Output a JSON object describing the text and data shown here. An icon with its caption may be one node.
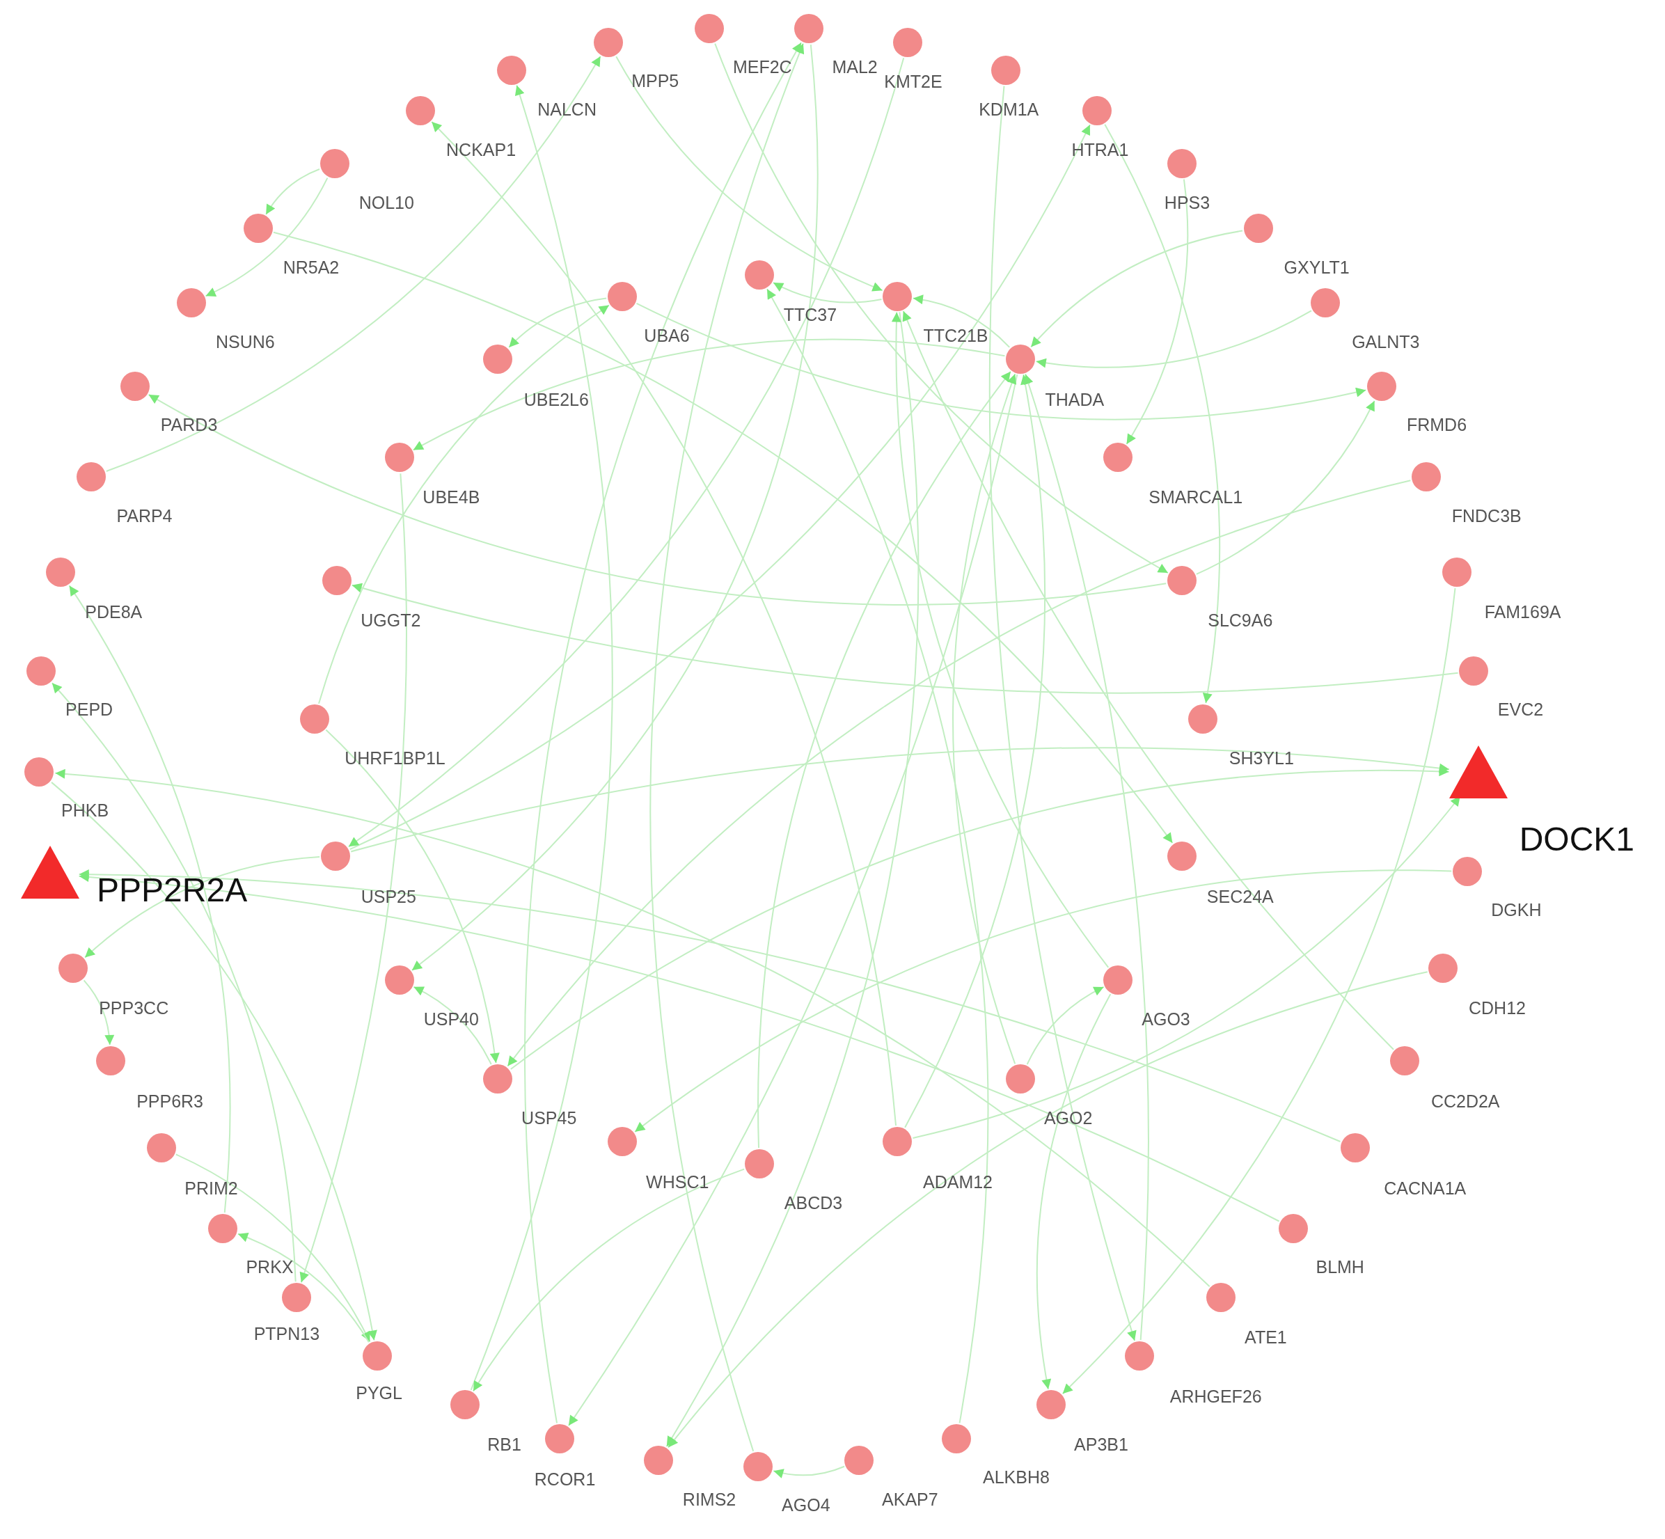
{
  "diagram": {
    "nodes": [
      {
        "text": [],
        "shape": "circle",
        "beside": [
          "MPP5"
        ]
      },
      {
        "text": [],
        "shape": "circle",
        "beside": [
          "MEF2C"
        ]
      },
      {
        "text": [],
        "shape": "circle",
        "beside": [
          "MAL2"
        ]
      },
      {
        "text": [],
        "shape": "circle",
        "beside": [
          "KMT2E"
        ]
      },
      {
        "text": [],
        "shape": "circle",
        "beside": [
          "KDM1A"
        ]
      },
      {
        "text": [],
        "shape": "circle",
        "beside": [
          "HTRA1"
        ]
      },
      {
        "text": [],
        "shape": "circle",
        "beside": [
          "HPS3"
        ]
      },
      {
        "text": [],
        "shape": "circle",
        "beside": [
          "GXYLT1"
        ]
      },
      {
        "text": [],
        "shape": "circle",
        "beside": [
          "GALNT3"
        ]
      },
      {
        "text": [],
        "shape": "circle",
        "beside": [
          "FRMD6"
        ]
      },
      {
        "text": [],
        "shape": "circle",
        "beside": [
          "FNDC3B"
        ]
      },
      {
        "text": [],
        "shape": "circle",
        "beside": [
          "FAM169A"
        ]
      },
      {
        "text": [],
        "shape": "circle",
        "beside": [
          "EVC2"
        ]
      },
      {
        "text": [],
        "shape": "triangle",
        "beside": [
          "DOCK1"
        ]
      },
      {
        "text": [],
        "shape": "circle",
        "beside": [
          "DGKH"
        ]
      },
      {
        "text": [],
        "shape": "circle",
        "beside": [
          "CDH12"
        ]
      },
      {
        "text": [],
        "shape": "circle",
        "beside": [
          "CC2D2A"
        ]
      },
      {
        "text": [],
        "shape": "circle",
        "beside": [
          "CACNA1A"
        ]
      },
      {
        "text": [],
        "shape": "circle",
        "beside": [
          "BLMH"
        ]
      },
      {
        "text": [],
        "shape": "circle",
        "beside": [
          "ATE1"
        ]
      },
      {
        "text": [],
        "shape": "circle",
        "beside": [
          "ARHGEF26"
        ]
      },
      {
        "text": [],
        "shape": "circle",
        "beside": [
          "AP3B1"
        ]
      },
      {
        "text": [],
        "shape": "circle",
        "beside": [
          "ALKBH8"
        ]
      },
      {
        "text": [],
        "shape": "circle",
        "beside": [
          "AKAP7"
        ]
      },
      {
        "text": [],
        "shape": "circle",
        "beside": [
          "AGO4"
        ]
      },
      {
        "text": [],
        "shape": "circle",
        "beside": [
          "RIMS2"
        ]
      },
      {
        "text": [],
        "shape": "circle",
        "beside": [
          "RCOR1"
        ]
      },
      {
        "text": [],
        "shape": "circle",
        "beside": [
          "RB1"
        ]
      },
      {
        "text": [],
        "shape": "circle",
        "beside": [
          "PYGL"
        ]
      },
      {
        "text": [],
        "shape": "circle",
        "beside": [
          "PTPN13"
        ]
      },
      {
        "text": [],
        "shape": "circle",
        "beside": [
          "PRKX"
        ]
      },
      {
        "text": [],
        "shape": "circle",
        "beside": [
          "PRIM2"
        ]
      },
      {
        "text": [],
        "shape": "circle",
        "beside": [
          "PPP6R3"
        ]
      },
      {
        "text": [],
        "shape": "circle",
        "beside": [
          "PPP3CC"
        ]
      },
      {
        "text": [],
        "shape": "triangle",
        "beside": [
          "PPP2R2A"
        ]
      },
      {
        "text": [],
        "shape": "circle",
        "beside": [
          "PHKB"
        ]
      },
      {
        "text": [],
        "shape": "circle",
        "beside": [
          "PEPD"
        ]
      },
      {
        "text": [],
        "shape": "circle",
        "beside": [
          "PDE8A"
        ]
      },
      {
        "text": [],
        "shape": "circle",
        "beside": [
          "PARP4"
        ]
      },
      {
        "text": [],
        "shape": "circle",
        "beside": [
          "PARD3"
        ]
      },
      {
        "text": [],
        "shape": "circle",
        "beside": [
          "NSUN6"
        ]
      },
      {
        "text": [],
        "shape": "circle",
        "beside": [
          "NR5A2"
        ]
      },
      {
        "text": [],
        "shape": "circle",
        "beside": [
          "NOL10"
        ]
      },
      {
        "text": [],
        "shape": "circle",
        "beside": [
          "NCKAP1"
        ]
      },
      {
        "text": [],
        "shape": "circle",
        "beside": [
          "NALCN"
        ]
      },
      {
        "text": [],
        "shape": "circle",
        "beside": [
          "UBA6"
        ]
      },
      {
        "text": [],
        "shape": "circle",
        "beside": [
          "TTC37"
        ]
      },
      {
        "text": [],
        "shape": "circle",
        "beside": [
          "TTC21B"
        ]
      },
      {
        "text": [],
        "shape": "circle",
        "beside": [
          "THADA"
        ]
      },
      {
        "text": [],
        "shape": "circle",
        "beside": [
          "SMARCAL1"
        ]
      },
      {
        "text": [],
        "shape": "circle",
        "beside": [
          "SLC9A6"
        ]
      },
      {
        "text": [],
        "shape": "circle",
        "beside": [
          "SH3YL1"
        ]
      },
      {
        "text": [],
        "shape": "circle",
        "beside": [
          "SEC24A"
        ]
      },
      {
        "text": [],
        "shape": "circle",
        "beside": [
          "AGO3"
        ]
      },
      {
        "text": [],
        "shape": "circle",
        "beside": [
          "AGO2"
        ]
      },
      {
        "text": [],
        "shape": "circle",
        "beside": [
          "ADAM12"
        ]
      },
      {
        "text": [],
        "shape": "circle",
        "beside": [
          "ABCD3"
        ]
      },
      {
        "text": [],
        "shape": "circle",
        "beside": [
          "WHSC1"
        ]
      },
      {
        "text": [],
        "shape": "circle",
        "beside": [
          "USP45"
        ]
      },
      {
        "text": [],
        "shape": "circle",
        "beside": [
          "USP40"
        ]
      },
      {
        "text": [],
        "shape": "circle",
        "beside": [
          "USP25"
        ]
      },
      {
        "text": [],
        "shape": "circle",
        "beside": [
          "UHRF1BP1L"
        ]
      },
      {
        "text": [],
        "shape": "circle",
        "beside": [
          "UGGT2"
        ]
      },
      {
        "text": [],
        "shape": "circle",
        "beside": [
          "UBE4B"
        ]
      },
      {
        "text": [],
        "shape": "circle",
        "beside": [
          "UBE2L6"
        ]
      }
    ],
    "edges": [
      {
        "from": 42,
        "to": 40,
        "arrow": "to"
      },
      {
        "from": 42,
        "to": 41,
        "arrow": "to"
      },
      {
        "from": 41,
        "to": 52,
        "arrow": "to"
      },
      {
        "from": 38,
        "to": 0,
        "arrow": "to"
      },
      {
        "from": 50,
        "to": 39,
        "arrow": "to"
      },
      {
        "from": 55,
        "to": 43,
        "arrow": "to"
      },
      {
        "from": 27,
        "to": 44,
        "arrow": "to"
      },
      {
        "from": 45,
        "to": 64,
        "arrow": "to"
      },
      {
        "from": 61,
        "to": 45,
        "arrow": "to"
      },
      {
        "from": 48,
        "to": 63,
        "arrow": "to"
      },
      {
        "from": 12,
        "to": 62,
        "arrow": "to"
      },
      {
        "from": 30,
        "to": 37,
        "arrow": "to"
      },
      {
        "from": 29,
        "to": 36,
        "arrow": "to"
      },
      {
        "from": 19,
        "to": 35,
        "arrow": "to"
      },
      {
        "from": 18,
        "to": 34,
        "arrow": "to"
      },
      {
        "from": 60,
        "to": 33,
        "arrow": "to"
      },
      {
        "from": 33,
        "to": 32,
        "arrow": "to"
      },
      {
        "from": 31,
        "to": 28,
        "arrow": "to"
      },
      {
        "from": 28,
        "to": 30,
        "arrow": "to"
      },
      {
        "from": 63,
        "to": 29,
        "arrow": "to"
      },
      {
        "from": 35,
        "to": 28,
        "arrow": "to"
      },
      {
        "from": 56,
        "to": 27,
        "arrow": "to"
      },
      {
        "from": 48,
        "to": 26,
        "arrow": "to"
      },
      {
        "from": 47,
        "to": 25,
        "arrow": "to"
      },
      {
        "from": 23,
        "to": 24,
        "arrow": "to"
      },
      {
        "from": 53,
        "to": 21,
        "arrow": "to"
      },
      {
        "from": 54,
        "to": 53,
        "arrow": "to"
      },
      {
        "from": 58,
        "to": 13,
        "arrow": "to"
      },
      {
        "from": 60,
        "to": 13,
        "arrow": "to"
      },
      {
        "from": 55,
        "to": 13,
        "arrow": "to"
      },
      {
        "from": 14,
        "to": 57,
        "arrow": "to"
      },
      {
        "from": 15,
        "to": 25,
        "arrow": "to"
      },
      {
        "from": 16,
        "to": 47,
        "arrow": "to"
      },
      {
        "from": 22,
        "to": 46,
        "arrow": "to"
      },
      {
        "from": 54,
        "to": 48,
        "arrow": "to"
      },
      {
        "from": 55,
        "to": 48,
        "arrow": "to"
      },
      {
        "from": 56,
        "to": 48,
        "arrow": "to"
      },
      {
        "from": 20,
        "to": 48,
        "arrow": "to"
      },
      {
        "from": 53,
        "to": 47,
        "arrow": "to"
      },
      {
        "from": 48,
        "to": 47,
        "arrow": "to"
      },
      {
        "from": 47,
        "to": 46,
        "arrow": "to"
      },
      {
        "from": 24,
        "to": 2,
        "arrow": "to"
      },
      {
        "from": 26,
        "to": 2,
        "arrow": "to"
      },
      {
        "from": 5,
        "to": 51,
        "arrow": "to"
      },
      {
        "from": 1,
        "to": 50,
        "arrow": "to"
      },
      {
        "from": 60,
        "to": 5,
        "arrow": "to"
      },
      {
        "from": 6,
        "to": 49,
        "arrow": "to"
      },
      {
        "from": 7,
        "to": 48,
        "arrow": "to"
      },
      {
        "from": 8,
        "to": 48,
        "arrow": "to"
      },
      {
        "from": 50,
        "to": 9,
        "arrow": "to"
      },
      {
        "from": 45,
        "to": 9,
        "arrow": "to"
      },
      {
        "from": 10,
        "to": 58,
        "arrow": "to"
      },
      {
        "from": 11,
        "to": 21,
        "arrow": "to"
      },
      {
        "from": 0,
        "to": 47,
        "arrow": "to"
      },
      {
        "from": 61,
        "to": 58,
        "arrow": "to"
      },
      {
        "from": 3,
        "to": 60,
        "arrow": "to"
      },
      {
        "from": 2,
        "to": 59,
        "arrow": "to"
      },
      {
        "from": 58,
        "to": 59,
        "arrow": "to"
      },
      {
        "from": 17,
        "to": 34,
        "arrow": "to"
      },
      {
        "from": 4,
        "to": 20,
        "arrow": "to"
      }
    ]
  }
}
